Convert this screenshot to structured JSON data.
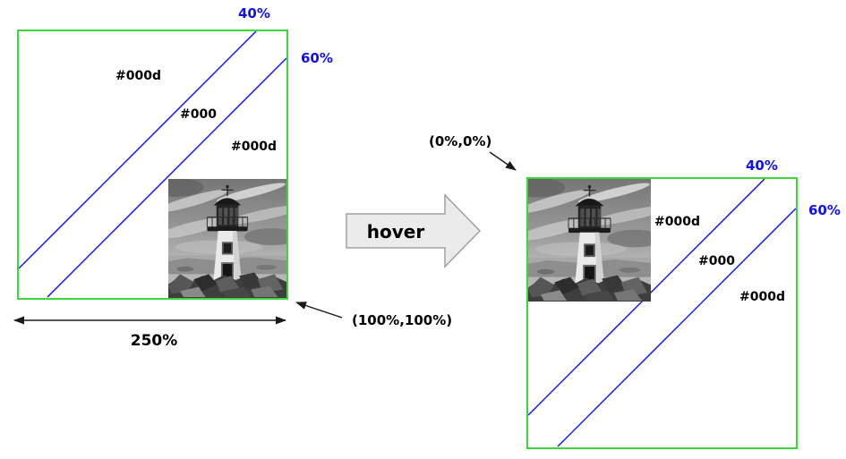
{
  "panels": {
    "left": {
      "gradient_stop_top": "40%",
      "gradient_stop_right": "60%",
      "region_labels": [
        "#000d",
        "#000",
        "#000d"
      ],
      "width_label": "250%",
      "corner_label": "(100%,100%)"
    },
    "right": {
      "gradient_stop_top": "40%",
      "gradient_stop_right": "60%",
      "region_labels": [
        "#000d",
        "#000",
        "#000d"
      ],
      "corner_label": "(0%,0%)"
    }
  },
  "hover_arrow": {
    "label": "hover"
  },
  "icons": {
    "photo": "lighthouse-photo-grayscale",
    "hover_arrow": "right-block-arrow",
    "width_arrow": "double-headed-arrow",
    "corner_pointers": "thin-black-arrow"
  },
  "colors": {
    "box_border": "#3dd63d",
    "gradient_line": "#1616f2",
    "stop_label_blue": "#1111ee",
    "text_black": "#000000",
    "hover_arrow_fill": "#ebebeb",
    "hover_arrow_stroke": "#a0a0a0",
    "pointer_arrow": "#1a1a1a"
  }
}
